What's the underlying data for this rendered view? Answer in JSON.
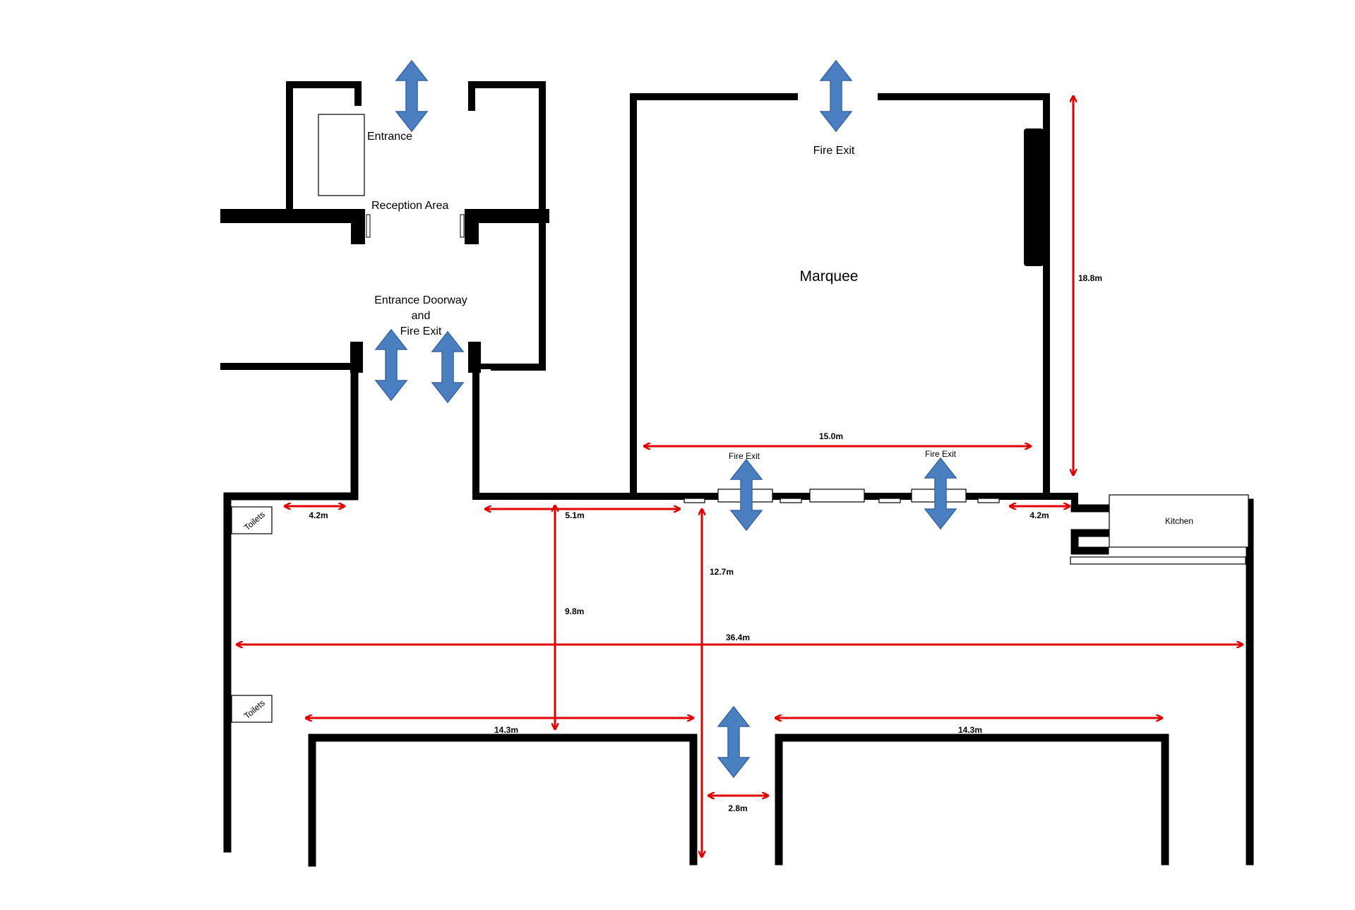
{
  "labels": {
    "entrance": "Entrance",
    "reception": "Reception Area",
    "entrance_doorway_line1": "Entrance Doorway",
    "entrance_doorway_line2": "and",
    "entrance_doorway_line3": "Fire Exit",
    "marquee": "Marquee",
    "fire_exit_top": "Fire Exit",
    "fire_exit_left": "Fire Exit",
    "fire_exit_right": "Fire Exit",
    "kitchen": "Kitchen",
    "toilets_top": "Toilets",
    "toilets_bottom": "Toilets"
  },
  "dimensions": {
    "marquee_height": "18.8m",
    "marquee_width": "15.0m",
    "left_gap": "4.2m",
    "mid_gap": "5.1m",
    "right_gap": "4.2m",
    "depth_9_8": "9.8m",
    "depth_12_7": "12.7m",
    "total_width": "36.4m",
    "left_block": "14.3m",
    "right_block": "14.3m",
    "passage": "2.8m"
  },
  "colors": {
    "wall": "#000000",
    "dimension": "#e00000",
    "exit_arrow": "#4a7fc1",
    "exit_arrow_stroke": "#3a66a0"
  }
}
